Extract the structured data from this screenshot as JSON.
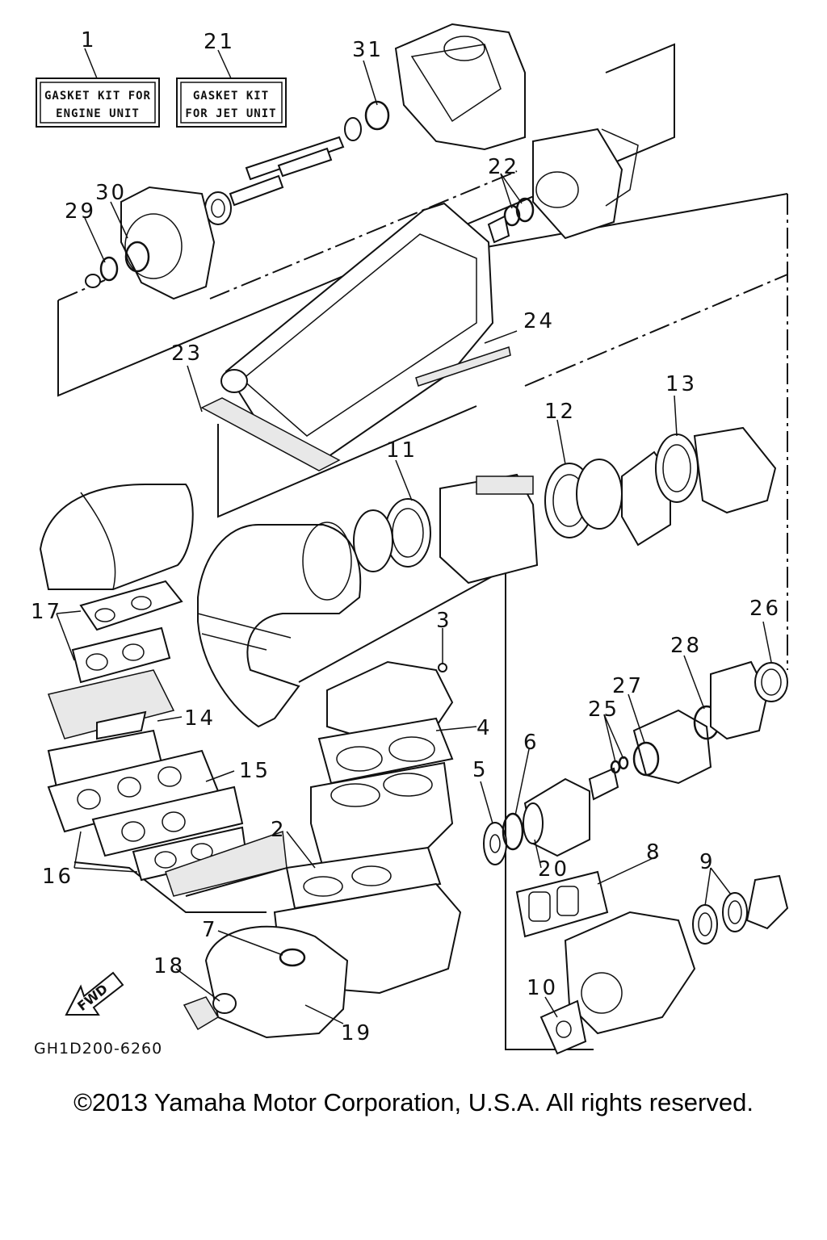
{
  "kits": [
    {
      "number": "1",
      "line1": "GASKET KIT FOR",
      "line2": "ENGINE UNIT"
    },
    {
      "number": "21",
      "line1": "GASKET KIT",
      "line2": "FOR JET UNIT"
    }
  ],
  "callouts": [
    "2",
    "3",
    "4",
    "5",
    "6",
    "7",
    "8",
    "9",
    "10",
    "11",
    "12",
    "13",
    "14",
    "15",
    "16",
    "17",
    "18",
    "19",
    "20",
    "22",
    "23",
    "24",
    "25",
    "26",
    "27",
    "28",
    "29",
    "30",
    "31"
  ],
  "forward_label": "FWD",
  "diagram_code": "GH1D200-6260",
  "copyright": "©2013 Yamaha Motor Corporation, U.S.A. All rights reserved."
}
